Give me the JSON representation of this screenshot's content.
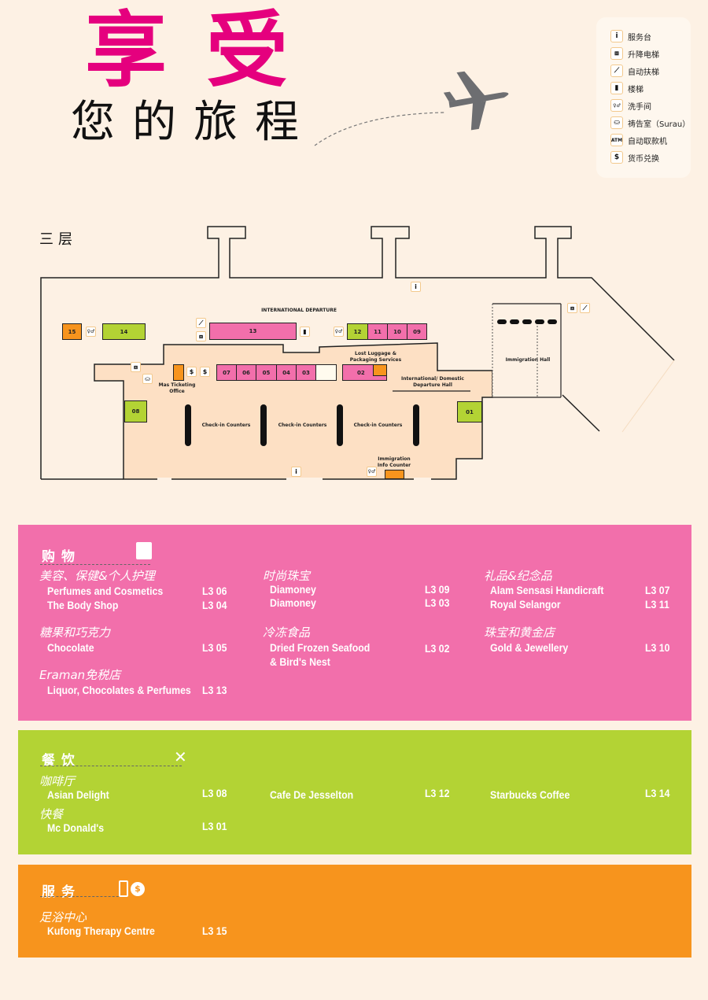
{
  "header": {
    "title_main": "享受",
    "title_sub": "您的旅程"
  },
  "legend": [
    {
      "icon": "i",
      "name": "info-icon",
      "label": "服务台"
    },
    {
      "icon": "⧈",
      "name": "elevator-icon",
      "label": "升降电梯"
    },
    {
      "icon": "⟋",
      "name": "escalator-icon",
      "label": "自动扶梯"
    },
    {
      "icon": "▮",
      "name": "stairs-icon",
      "label": "楼梯"
    },
    {
      "icon": "♀♂",
      "name": "toilet-icon",
      "label": "洗手间"
    },
    {
      "icon": "⛀",
      "name": "surau-icon",
      "label": "祷告室（Surau）"
    },
    {
      "icon": "ATM",
      "name": "atm-icon",
      "label": "自动取款机"
    },
    {
      "icon": "$",
      "name": "money-exchange-icon",
      "label": "货币兑换"
    }
  ],
  "map": {
    "floor_label": "三层",
    "labels": {
      "intl_departure": "INTERNATIONAL DEPARTURE",
      "lost_luggage": "Lost Luggage & Packaging Services",
      "intl_domestic": "International/ Domestic Departure Hall",
      "immigration_hall": "Immigration Hall",
      "mas": "Mas Ticketing Office",
      "immigration_info": "Immigration Info Counter",
      "checkin": "Check-in Counters"
    },
    "shops": {
      "s15": "15",
      "s14": "14",
      "s13": "13",
      "s12": "12",
      "s11": "11",
      "s10": "10",
      "s09": "09",
      "s07": "07",
      "s06": "06",
      "s05": "05",
      "s04": "04",
      "s03": "03",
      "s02": "02",
      "s08": "08",
      "s01": "01"
    },
    "icons": {
      "info": "i",
      "dollar": "$"
    }
  },
  "colors": {
    "shopping": "#f26fab",
    "dining": "#b3d334",
    "services": "#f7941d",
    "title": "#e5007e"
  },
  "shopping": {
    "title": "购物",
    "groups": [
      {
        "category": "美容、保健&个人护理",
        "items": [
          {
            "name": "Perfumes and Cosmetics",
            "code": "L3 06"
          },
          {
            "name": "The Body Shop",
            "code": "L3 04"
          }
        ]
      },
      {
        "category": "糖果和巧克力",
        "items": [
          {
            "name": "Chocolate",
            "code": "L3 05"
          }
        ]
      },
      {
        "category": "Eraman免税店",
        "items": [
          {
            "name": "Liquor, Chocolates & Perfumes",
            "code": "L3 13"
          }
        ]
      },
      {
        "category": "时尚珠宝",
        "items": [
          {
            "name": "Diamoney",
            "code": "L3 09"
          },
          {
            "name": "Diamoney",
            "code": "L3 03"
          }
        ]
      },
      {
        "category": "冷冻食品",
        "items": [
          {
            "name": "Dried Frozen Seafood",
            "name2": "& Bird's Nest",
            "code": "L3 02"
          }
        ]
      },
      {
        "category": "礼品&纪念品",
        "items": [
          {
            "name": "Alam Sensasi Handicraft",
            "code": "L3 07"
          },
          {
            "name": "Royal Selangor",
            "code": "L3 11"
          }
        ]
      },
      {
        "category": "珠宝和黄金店",
        "items": [
          {
            "name": "Gold & Jewellery",
            "code": "L3 10"
          }
        ]
      }
    ]
  },
  "dining": {
    "title": "餐饮",
    "groups": [
      {
        "category": "咖啡厅",
        "items": [
          {
            "name": "Asian Delight",
            "code": "L3 08"
          }
        ]
      },
      {
        "category": "快餐",
        "items": [
          {
            "name": "Mc Donald's",
            "code": "L3 01"
          }
        ]
      },
      {
        "items": [
          {
            "name": "Cafe De Jesselton",
            "code": "L3 12"
          },
          {
            "name": "Starbucks Coffee",
            "code": "L3 14"
          }
        ]
      }
    ]
  },
  "services": {
    "title": "服务",
    "groups": [
      {
        "category": "足浴中心",
        "items": [
          {
            "name": "Kufong Therapy Centre",
            "code": "L3 15"
          }
        ]
      }
    ]
  }
}
